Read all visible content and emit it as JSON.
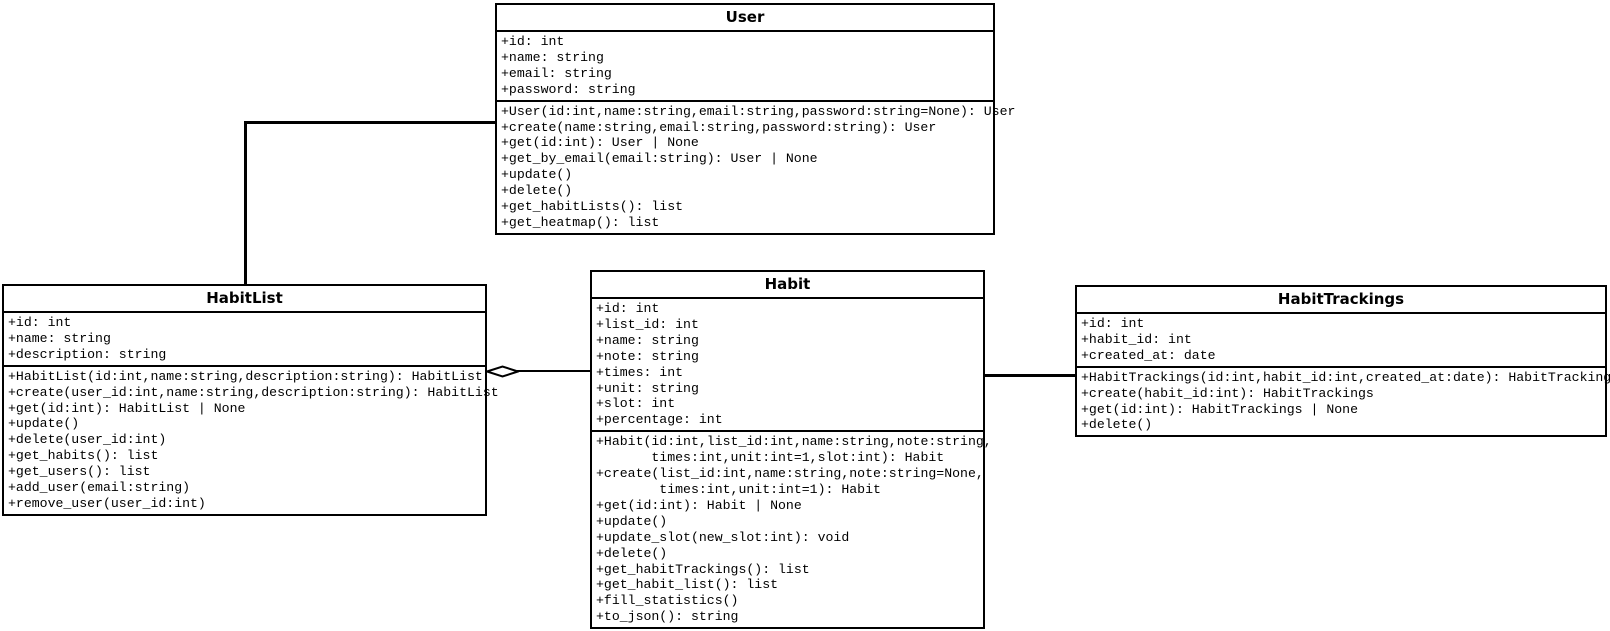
{
  "diagram": {
    "kind": "uml-class-diagram",
    "colors": {
      "background": "#ffffff",
      "line": "#000000",
      "box_fill": "#ffffff",
      "text": "#000000"
    },
    "classes": [
      {
        "id": "user",
        "name": "User",
        "attributes": [
          "+id: int",
          "+name: string",
          "+email: string",
          "+password: string"
        ],
        "methods": [
          "+User(id:int,name:string,email:string,password:string=None): User",
          "+create(name:string,email:string,password:string): User",
          "+get(id:int): User | None",
          "+get_by_email(email:string): User | None",
          "+update()",
          "+delete()",
          "+get_habitLists(): list",
          "+get_heatmap(): list"
        ]
      },
      {
        "id": "habitlist",
        "name": "HabitList",
        "attributes": [
          "+id: int",
          "+name: string",
          "+description: string"
        ],
        "methods": [
          "+HabitList(id:int,name:string,description:string): HabitList",
          "+create(user_id:int,name:string,description:string): HabitList",
          "+get(id:int): HabitList | None",
          "+update()",
          "+delete(user_id:int)",
          "+get_habits(): list",
          "+get_users(): list",
          "+add_user(email:string)",
          "+remove_user(user_id:int)"
        ]
      },
      {
        "id": "habit",
        "name": "Habit",
        "attributes": [
          "+id: int",
          "+list_id: int",
          "+name: string",
          "+note: string",
          "+times: int",
          "+unit: string",
          "+slot: int",
          "+percentage: int"
        ],
        "methods": [
          "+Habit(id:int,list_id:int,name:string,note:string,",
          "       times:int,unit:int=1,slot:int): Habit",
          "+create(list_id:int,name:string,note:string=None,",
          "        times:int,unit:int=1): Habit",
          "+get(id:int): Habit | None",
          "+update()",
          "+update_slot(new_slot:int): void",
          "+delete()",
          "+get_habitTrackings(): list",
          "+get_habit_list(): list",
          "+fill_statistics()",
          "+to_json(): string"
        ]
      },
      {
        "id": "habittrackings",
        "name": "HabitTrackings",
        "attributes": [
          "+id: int",
          "+habit_id: int",
          "+created_at: date"
        ],
        "methods": [
          "+HabitTrackings(id:int,habit_id:int,created_at:date): HabitTrackings",
          "+create(habit_id:int): HabitTrackings",
          "+get(id:int): HabitTrackings | None",
          "+delete()"
        ]
      }
    ],
    "relationships": [
      {
        "from": "User",
        "to": "HabitList",
        "type": "association",
        "shape": "elbow"
      },
      {
        "from": "HabitList",
        "to": "Habit",
        "type": "aggregation",
        "diamond_end": "HabitList"
      },
      {
        "from": "Habit",
        "to": "HabitTrackings",
        "type": "association",
        "shape": "straight"
      }
    ]
  }
}
